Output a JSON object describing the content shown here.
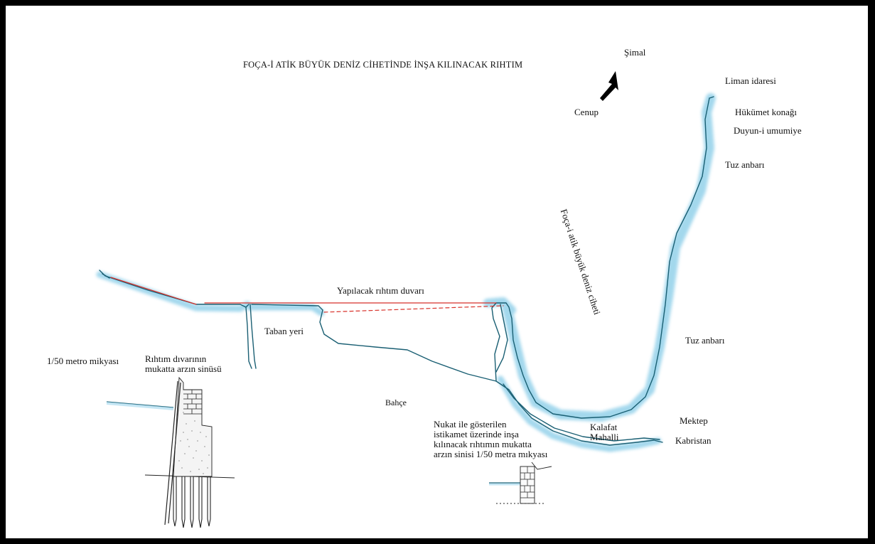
{
  "title": "FOÇA-İ ATİK BÜYÜK DENİZ CİHETİNDE İNŞA KILINACAK RIHTIM",
  "compass": {
    "north": "Şimal",
    "south": "Cenup"
  },
  "labels": {
    "liman_idaresi": "Liman idaresi",
    "hukumet_konagi": "Hükümet konağı",
    "duyun_umumiye": "Duyun-i umumiye",
    "tuz_anbari_1": "Tuz anbarı",
    "tuz_anbari_2": "Tuz anbarı",
    "sea_side": "Foça-i atik büyük deniz ciheti",
    "yapilacak_rihtim": "Yapılacak rıhtım duvarı",
    "taban_yeri": "Taban yeri",
    "scale_left": "1/50 metro mikyası",
    "rihtim_section": "Rıhtım dıvarının\nmukatta arzın sinüsü",
    "bahce": "Bahçe",
    "nukat_note": "Nukat ile gösterilen\nistikamet üzerinde inşa\nkılınacak rıhtımın mukatta\narzın sinisi 1/50 metra mıkyası",
    "kalafat_mahalli": "Kalafat\nMahalli",
    "mektep": "Mektep",
    "kabristan": "Kabristan"
  },
  "colors": {
    "coast_line": "#1a5f73",
    "water_shade": "#9fd6ec",
    "planned_wall": "#d8322b",
    "frame": "#000000",
    "paper": "#ffffff"
  }
}
